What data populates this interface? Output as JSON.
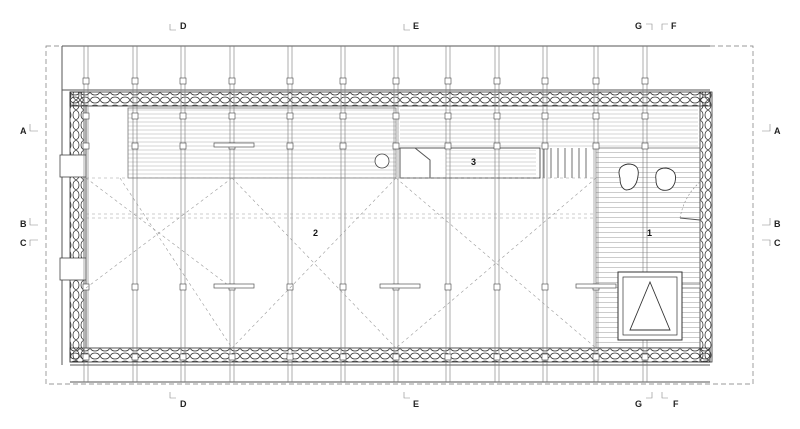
{
  "section_markers": {
    "top": [
      "D",
      "E",
      "G",
      "F"
    ],
    "bottom": [
      "D",
      "E",
      "G",
      "F"
    ],
    "left": [
      "A",
      "B",
      "C"
    ],
    "right": [
      "A",
      "B",
      "C"
    ]
  },
  "rooms": [
    "1",
    "2",
    "3"
  ]
}
